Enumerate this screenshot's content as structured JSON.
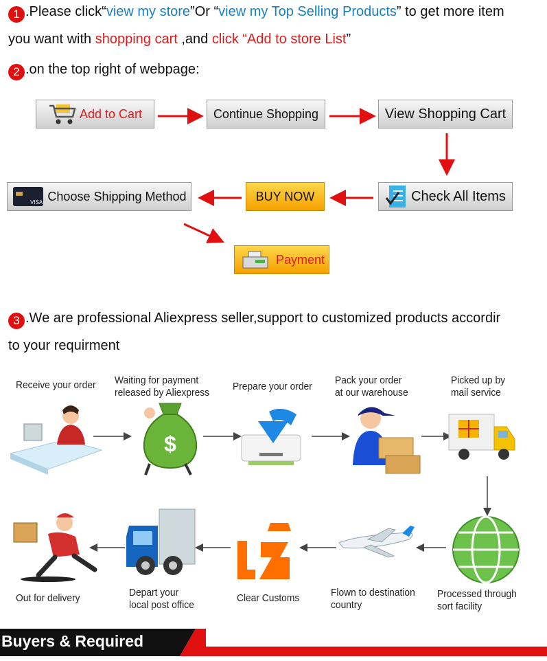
{
  "step1": {
    "number": "1",
    "line1": {
      "p1": ".Please click“",
      "link1": "view my store",
      "p2": "”Or “",
      "link2": "view my Top Selling Products",
      "p3": "” to get more item"
    },
    "line2": {
      "p1": "you want with ",
      "red1": "shopping cart",
      "p2": " ,and ",
      "red2": "click “Add to store List",
      "p3": "”"
    }
  },
  "step2": {
    "number": "2",
    "text": ".on the top right of webpage:"
  },
  "flow": {
    "add_to_cart": "Add to Cart",
    "continue_shopping": "Continue Shopping",
    "view_cart": "View Shopping Cart",
    "check_items": "Check All Items",
    "buy_now": "BUY NOW",
    "choose_shipping": "Choose Shipping Method",
    "payment": "Payment",
    "card_text": "VISA"
  },
  "step3": {
    "number": "3",
    "line1": ".We are professional Aliexpress seller,support to customized products accordir",
    "line2": "to your requirment"
  },
  "process": {
    "receive": "Receive your order",
    "waiting_1": "Waiting for payment",
    "waiting_2": "released by Aliexpress",
    "prepare": "Prepare your order",
    "pack_1": "Pack your order",
    "pack_2": "at our warehouse",
    "picked_1": "Picked up by",
    "picked_2": "mail service",
    "delivery": "Out for delivery",
    "depart_1": "Depart your",
    "depart_2": "local post office",
    "customs": "Clear Customs",
    "flown_1": "Flown to destination",
    "flown_2": "country",
    "sort_1": "Processed through",
    "sort_2": "sort facility",
    "dollar": "$"
  },
  "banner": {
    "title": "Buyers & Required"
  },
  "colors": {
    "accent_red": "#e01010",
    "link_blue": "#1a7fc1",
    "button_orange": "#f5a000"
  }
}
